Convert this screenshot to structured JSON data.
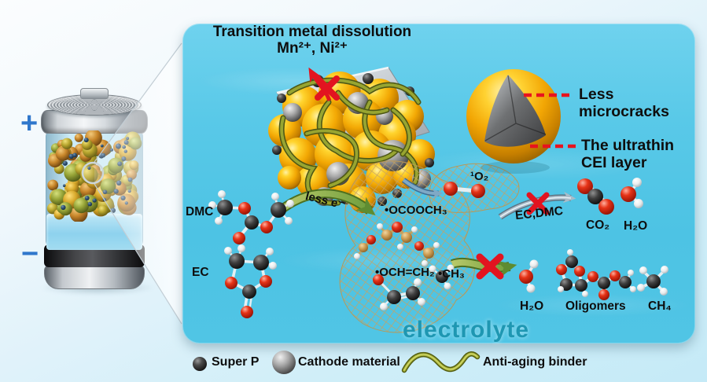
{
  "battery": {
    "plus_terminal": "+",
    "minus_terminal": "−"
  },
  "panel": {
    "title": {
      "line1": "Transition metal dissolution",
      "line2": "Mn²⁺, Ni²⁺"
    },
    "callouts": {
      "microcracks": {
        "line1": "Less",
        "line2": "microcracks"
      },
      "cei": {
        "line1": "The ultrathin",
        "line2": "CEI layer"
      }
    },
    "solvents": {
      "dmc": "DMC",
      "ec": "EC"
    },
    "arrows": {
      "less_electrons": "less e⁻",
      "ec_dmc": "EC,DMC"
    },
    "radicals": {
      "ocooch3": "•OCOOCH₃",
      "singlet_o2": "¹O₂",
      "och_ch2": "•OCH=CH₂",
      "ch3": "•CH₃"
    },
    "products": {
      "co2": "CO₂",
      "h2o_top": "H₂O",
      "h2o_bottom": "H₂O",
      "oligomers": "Oligomers",
      "ch4": "CH₄"
    },
    "electrolyte_label": "electrolyte"
  },
  "legend": {
    "items": [
      {
        "icon": "super-p-sphere-icon",
        "label": "Super P"
      },
      {
        "icon": "cathode-material-sphere-icon",
        "label": "Cathode material"
      },
      {
        "icon": "anti-aging-binder-wave-icon",
        "label": "Anti-aging binder"
      }
    ]
  },
  "colors": {
    "panel_background": "#55c8e7",
    "accent_red": "#e21420",
    "electrolyte_text": "#1e97b2",
    "gold_particle": "#f2a702",
    "binder_olive": "#98a531",
    "arrow_green": "#6f9e3d",
    "arrow_blue": "#7fa9c6",
    "terminal_blue": "#2f77cc",
    "net_tan": "#c6a263"
  }
}
